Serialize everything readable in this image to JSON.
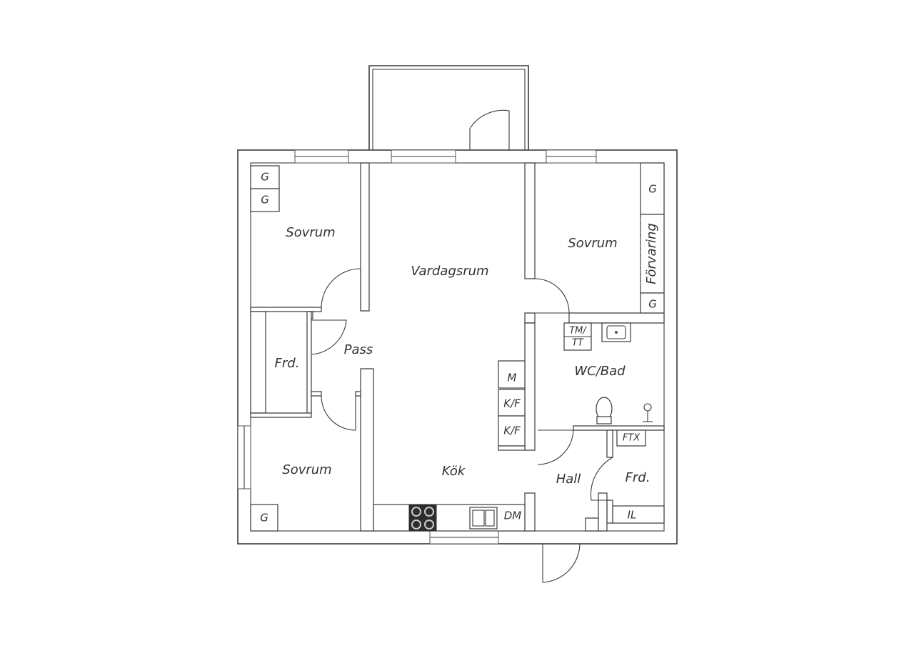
{
  "rooms": {
    "sovrum_top_left": "Sovrum",
    "vardagsrum": "Vardagsrum",
    "sovrum_top_right": "Sovrum",
    "forvaring": "Förvaring",
    "frd_left": "Frd.",
    "pass": "Pass",
    "wc_bad": "WC/Bad",
    "sovrum_bottom_left": "Sovrum",
    "kok": "Kök",
    "hall": "Hall",
    "frd_right": "Frd."
  },
  "fixtures": {
    "g": "G",
    "m": "M",
    "kf": "K/F",
    "dm": "DM",
    "tm_line1": "TM/",
    "tm_line2": "TT",
    "ftx": "FTX",
    "il": "IL"
  }
}
